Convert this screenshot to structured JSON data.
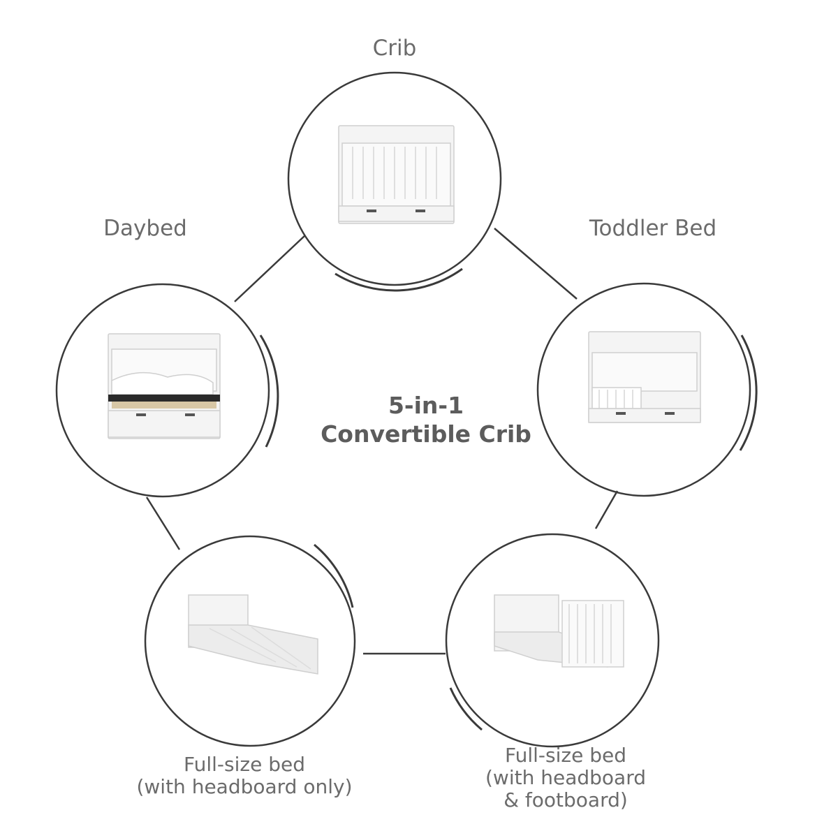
{
  "center": {
    "line1": "5-in-1",
    "line2": "Convertible Crib"
  },
  "stages": [
    {
      "id": "crib",
      "label": "Crib"
    },
    {
      "id": "toddler-bed",
      "label": "Toddler Bed"
    },
    {
      "id": "daybed",
      "label": "Daybed"
    },
    {
      "id": "full-headboard",
      "label_lines": [
        "Full-size bed",
        "(with headboard only)"
      ]
    },
    {
      "id": "full-head-foot",
      "label_lines": [
        "Full-size bed",
        "(with headboard",
        "& footboard)"
      ]
    }
  ],
  "colors": {
    "ring": "#3a3a3a",
    "text": "#6b6b6b",
    "furniture": "#f4f4f4",
    "furniture_edge": "#cfcfcf"
  }
}
